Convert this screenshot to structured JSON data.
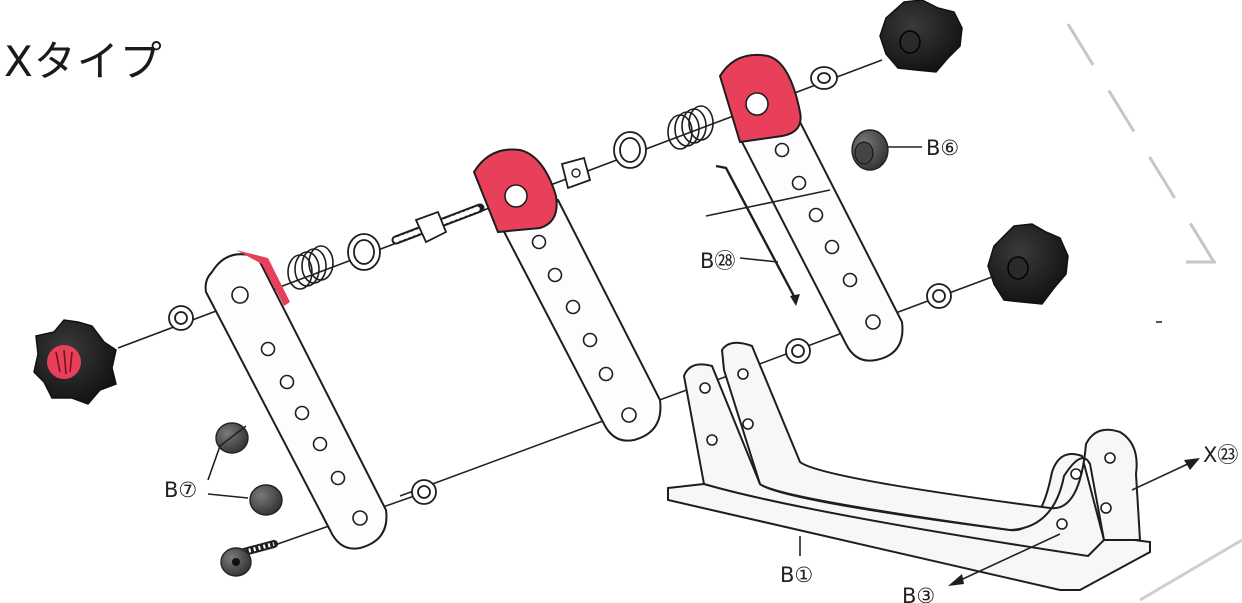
{
  "title": "Xタイプ",
  "colors": {
    "accent_red": "#e8405a",
    "knob_black": "#1c1c1c",
    "cap_gray": "#555555",
    "line": "#1e1e1e"
  },
  "labels": {
    "b6": "B⑥",
    "b28": "B㉘",
    "b7": "B⑦",
    "b1": "B①",
    "b3": "B③",
    "x23": "X㉓"
  }
}
